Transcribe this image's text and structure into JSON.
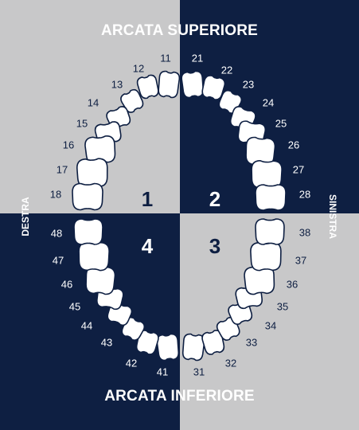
{
  "colors": {
    "grey": "#c8c8c9",
    "navy": "#0e1f42",
    "tooth_fill": "#ffffff",
    "tooth_stroke": "#0e1f42"
  },
  "quadrant_colors": {
    "top_left": "grey",
    "top_right": "navy",
    "bottom_left": "navy",
    "bottom_right": "grey"
  },
  "titles": {
    "upper": "ARCATA SUPERIORE",
    "lower": "ARCATA INFERIORE"
  },
  "sides": {
    "left": "DESTRA",
    "right": "SINISTRA"
  },
  "quadrants": [
    {
      "label": "1"
    },
    {
      "label": "2"
    },
    {
      "label": "3"
    },
    {
      "label": "4"
    }
  ],
  "teeth": [
    {
      "label": "11"
    },
    {
      "label": "12"
    },
    {
      "label": "13"
    },
    {
      "label": "14"
    },
    {
      "label": "15"
    },
    {
      "label": "16"
    },
    {
      "label": "17"
    },
    {
      "label": "18"
    },
    {
      "label": "21"
    },
    {
      "label": "22"
    },
    {
      "label": "23"
    },
    {
      "label": "24"
    },
    {
      "label": "25"
    },
    {
      "label": "26"
    },
    {
      "label": "27"
    },
    {
      "label": "28"
    },
    {
      "label": "31"
    },
    {
      "label": "32"
    },
    {
      "label": "33"
    },
    {
      "label": "34"
    },
    {
      "label": "35"
    },
    {
      "label": "36"
    },
    {
      "label": "37"
    },
    {
      "label": "38"
    },
    {
      "label": "41"
    },
    {
      "label": "42"
    },
    {
      "label": "43"
    },
    {
      "label": "44"
    },
    {
      "label": "45"
    },
    {
      "label": "46"
    },
    {
      "label": "47"
    },
    {
      "label": "48"
    }
  ]
}
